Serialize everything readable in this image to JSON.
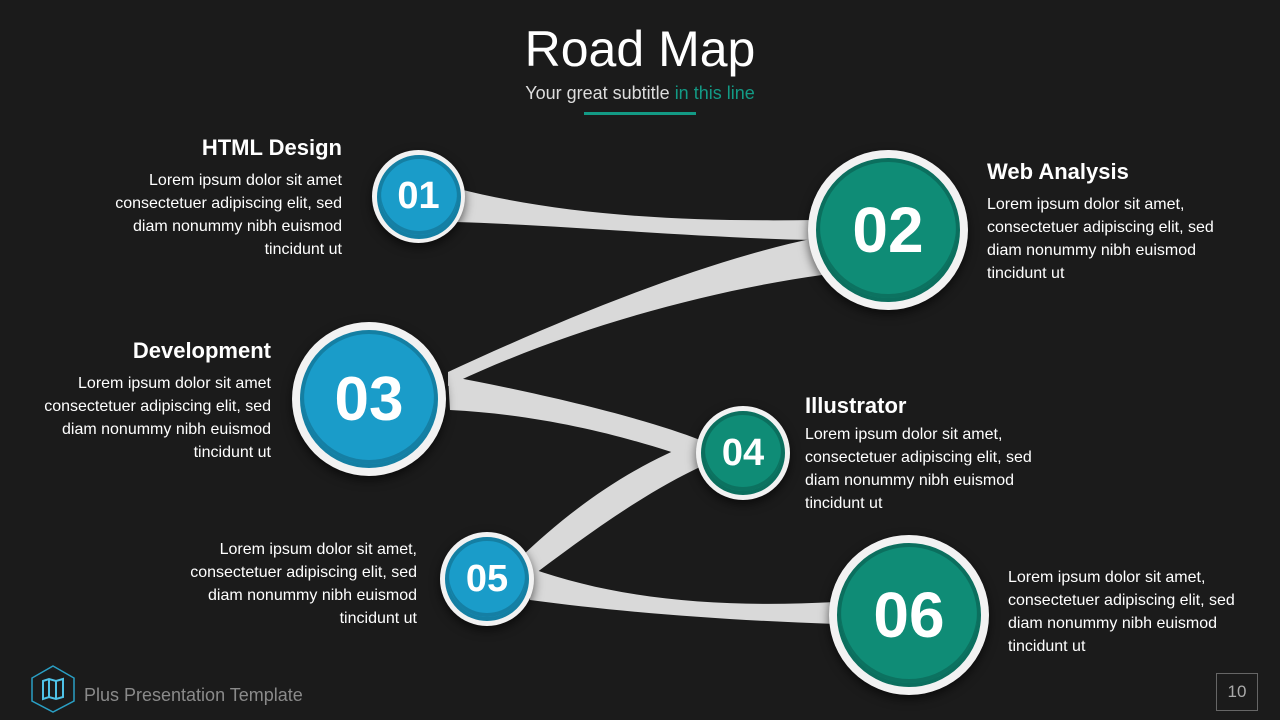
{
  "title": "Road Map",
  "subtitle": {
    "part1": "Your great subtitle ",
    "part2": "in this line"
  },
  "colors": {
    "blue": "#1a9cc9",
    "green": "#0f8c76",
    "accent": "#139a85",
    "connector": "#d9d9d9"
  },
  "steps": [
    {
      "num": "01",
      "heading": "HTML Design",
      "text": "Lorem ipsum dolor sit amet consectetuer adipiscing elit, sed diam nonummy nibh euismod tincidunt ut"
    },
    {
      "num": "02",
      "heading": "Web Analysis",
      "text": "Lorem ipsum dolor sit amet, consectetuer adipiscing elit, sed diam nonummy nibh euismod tincidunt ut"
    },
    {
      "num": "03",
      "heading": "Development",
      "text": "Lorem ipsum dolor sit amet consectetuer adipiscing elit, sed diam nonummy nibh euismod tincidunt ut"
    },
    {
      "num": "04",
      "heading": "Illustrator",
      "text": "Lorem ipsum dolor sit amet, consectetuer adipiscing elit, sed diam nonummy nibh euismod tincidunt ut"
    },
    {
      "num": "05",
      "text": "Lorem ipsum dolor sit amet, consectetuer adipiscing elit, sed diam nonummy nibh euismod tincidunt ut"
    },
    {
      "num": "06",
      "text": "Lorem ipsum dolor sit amet, consectetuer adipiscing elit, sed diam nonummy nibh euismod tincidunt ut"
    }
  ],
  "footer": {
    "text": "Plus Presentation Template",
    "icon": "map-icon",
    "page": "10"
  }
}
